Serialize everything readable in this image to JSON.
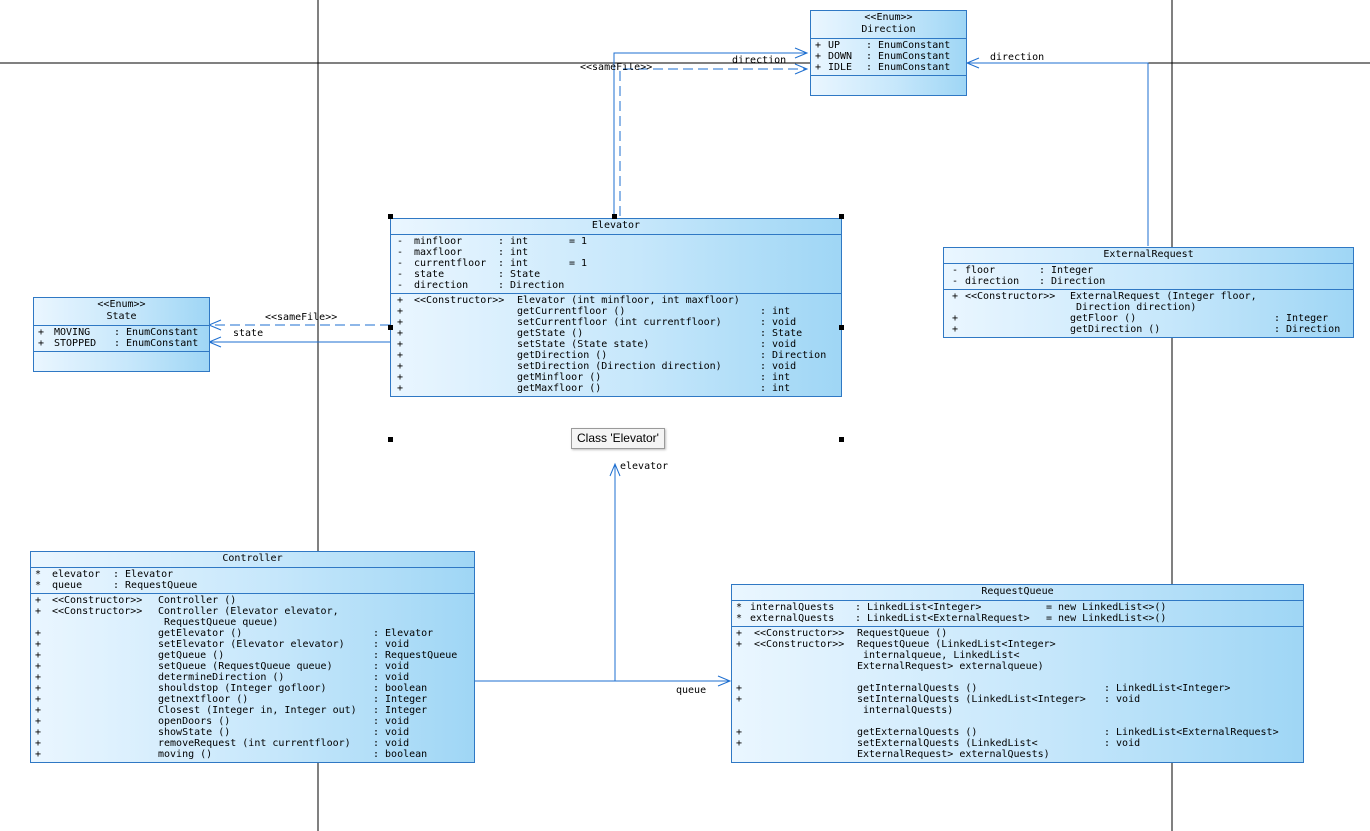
{
  "classes": {
    "direction": {
      "stereotype": "<<Enum>>",
      "name": "Direction",
      "attrs": [
        {
          "v": "+",
          "n": "UP",
          "t": ": EnumConstant"
        },
        {
          "v": "+",
          "n": "DOWN",
          "t": ": EnumConstant"
        },
        {
          "v": "+",
          "n": "IDLE",
          "t": ": EnumConstant"
        }
      ]
    },
    "state": {
      "stereotype": "<<Enum>>",
      "name": "State",
      "attrs": [
        {
          "v": "+",
          "n": "MOVING",
          "t": ": EnumConstant"
        },
        {
          "v": "+",
          "n": "STOPPED",
          "t": ": EnumConstant"
        }
      ]
    },
    "elevator": {
      "name": "Elevator",
      "attrs": [
        {
          "v": "-",
          "n": "minfloor",
          "t": ": int",
          "d": "= 1"
        },
        {
          "v": "-",
          "n": "maxfloor",
          "t": ": int",
          "d": ""
        },
        {
          "v": "-",
          "n": "currentfloor",
          "t": ": int",
          "d": "= 1"
        },
        {
          "v": "-",
          "n": "state",
          "t": ": State",
          "d": ""
        },
        {
          "v": "-",
          "n": "direction",
          "t": ": Direction",
          "d": ""
        }
      ],
      "ops": [
        {
          "v": "+",
          "s": "<<Constructor>>",
          "m": "Elevator (int minfloor, int maxfloor)",
          "r": ""
        },
        {
          "v": "+",
          "s": "",
          "m": "getCurrentfloor ()",
          "r": ": int"
        },
        {
          "v": "+",
          "s": "",
          "m": "setCurrentfloor (int currentfloor)",
          "r": ": void"
        },
        {
          "v": "+",
          "s": "",
          "m": "getState ()",
          "r": ": State"
        },
        {
          "v": "+",
          "s": "",
          "m": "setState (State state)",
          "r": ": void"
        },
        {
          "v": "+",
          "s": "",
          "m": "getDirection ()",
          "r": ": Direction"
        },
        {
          "v": "+",
          "s": "",
          "m": "setDirection (Direction direction)",
          "r": ": void"
        },
        {
          "v": "+",
          "s": "",
          "m": "getMinfloor ()",
          "r": ": int"
        },
        {
          "v": "+",
          "s": "",
          "m": "getMaxfloor ()",
          "r": ": int"
        }
      ]
    },
    "external_request": {
      "name": "ExternalRequest",
      "attrs": [
        {
          "v": "-",
          "n": "floor",
          "t": ": Integer"
        },
        {
          "v": "-",
          "n": "direction",
          "t": ": Direction"
        }
      ],
      "ops": [
        {
          "v": "+",
          "s": "<<Constructor>>",
          "m": "ExternalRequest (Integer floor,",
          "r": ""
        },
        {
          "v": "",
          "s": "",
          "m": " Direction direction)",
          "r": ""
        },
        {
          "v": "+",
          "s": "",
          "m": "getFloor ()",
          "r": ": Integer"
        },
        {
          "v": "+",
          "s": "",
          "m": "getDirection ()",
          "r": ": Direction"
        }
      ]
    },
    "controller": {
      "name": "Controller",
      "attrs": [
        {
          "v": "*",
          "n": "elevator",
          "t": ": Elevator"
        },
        {
          "v": "*",
          "n": "queue",
          "t": ": RequestQueue"
        }
      ],
      "ops": [
        {
          "v": "+",
          "s": "<<Constructor>>",
          "m": "Controller ()",
          "r": ""
        },
        {
          "v": "+",
          "s": "<<Constructor>>",
          "m": "Controller (Elevator elevator,",
          "r": ""
        },
        {
          "v": "",
          "s": "",
          "m": " RequestQueue queue)",
          "r": ""
        },
        {
          "v": "+",
          "s": "",
          "m": "getElevator ()",
          "r": ": Elevator"
        },
        {
          "v": "+",
          "s": "",
          "m": "setElevator (Elevator elevator)",
          "r": ": void"
        },
        {
          "v": "+",
          "s": "",
          "m": "getQueue ()",
          "r": ": RequestQueue"
        },
        {
          "v": "+",
          "s": "",
          "m": "setQueue (RequestQueue queue)",
          "r": ": void"
        },
        {
          "v": "+",
          "s": "",
          "m": "determineDirection ()",
          "r": ": void"
        },
        {
          "v": "+",
          "s": "",
          "m": "shouldstop (Integer gofloor)",
          "r": ": boolean"
        },
        {
          "v": "+",
          "s": "",
          "m": "getnextfloor ()",
          "r": ": Integer"
        },
        {
          "v": "+",
          "s": "",
          "m": "Closest (Integer in, Integer out)",
          "r": ": Integer"
        },
        {
          "v": "+",
          "s": "",
          "m": "openDoors ()",
          "r": ": void"
        },
        {
          "v": "+",
          "s": "",
          "m": "showState ()",
          "r": ": void"
        },
        {
          "v": "+",
          "s": "",
          "m": "removeRequest (int currentfloor)",
          "r": ": void"
        },
        {
          "v": "+",
          "s": "",
          "m": "moving ()",
          "r": ": boolean"
        }
      ]
    },
    "request_queue": {
      "name": "RequestQueue",
      "attrs": [
        {
          "v": "*",
          "n": "internalQuests",
          "t": ": LinkedList<Integer>",
          "d": "= new LinkedList<>()"
        },
        {
          "v": "*",
          "n": "externalQuests",
          "t": ": LinkedList<ExternalRequest>",
          "d": "= new LinkedList<>()"
        }
      ],
      "ops": [
        {
          "v": "+",
          "s": "<<Constructor>>",
          "m": "RequestQueue ()",
          "r": ""
        },
        {
          "v": "+",
          "s": "<<Constructor>>",
          "m": "RequestQueue (LinkedList<Integer>",
          "r": ""
        },
        {
          "v": "",
          "s": "",
          "m": " internalqueue, LinkedList<",
          "r": ""
        },
        {
          "v": "",
          "s": "",
          "m": "ExternalRequest> externalqueue)",
          "r": ""
        },
        {
          "v": "",
          "s": "",
          "m": "",
          "r": ""
        },
        {
          "v": "+",
          "s": "",
          "m": "getInternalQuests ()",
          "r": ": LinkedList<Integer>"
        },
        {
          "v": "+",
          "s": "",
          "m": "setInternalQuests (LinkedList<Integer>",
          "r": ": void"
        },
        {
          "v": "",
          "s": "",
          "m": " internalQuests)",
          "r": ""
        },
        {
          "v": "",
          "s": "",
          "m": "",
          "r": ""
        },
        {
          "v": "+",
          "s": "",
          "m": "getExternalQuests ()",
          "r": ": LinkedList<ExternalRequest>"
        },
        {
          "v": "+",
          "s": "",
          "m": "setExternalQuests (LinkedList<",
          "r": ": void"
        },
        {
          "v": "",
          "s": "",
          "m": "ExternalRequest> externalQuests)",
          "r": ""
        }
      ]
    }
  },
  "connector_labels": {
    "samefile_direction": "<<sameFile>>",
    "direction_from_elevator": "direction",
    "direction_from_external": "direction",
    "samefile_state": "<<sameFile>>",
    "state": "state",
    "elevator": "elevator",
    "queue": "queue"
  },
  "tooltip": "Class 'Elevator'",
  "colors": {
    "border": "#2f78c4",
    "line": "#1e6fd0",
    "fill_light": "#eaf6ff",
    "fill_dark": "#9fd6f5"
  }
}
